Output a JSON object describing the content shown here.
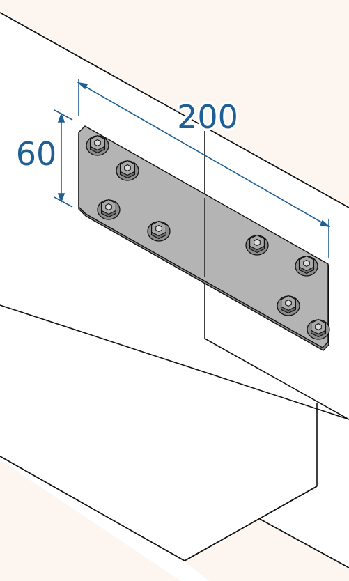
{
  "dimensions": {
    "length": "200",
    "height": "60"
  },
  "colors": {
    "background": "#fdf6f0",
    "wood": "#ffffff",
    "plate": "#b3b4b3",
    "plate_edge": "#8e8f8e",
    "line": "#111111",
    "dimension": "#1f5f95"
  },
  "fasteners": {
    "count": 8,
    "icon": "hex-screw-icon"
  }
}
